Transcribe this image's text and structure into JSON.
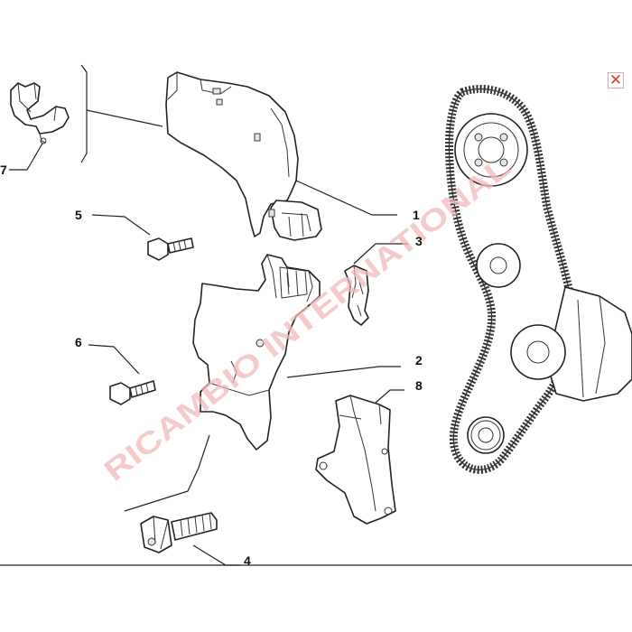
{
  "diagram": {
    "callouts": [
      {
        "id": "1",
        "label": "1"
      },
      {
        "id": "2",
        "label": "2"
      },
      {
        "id": "3",
        "label": "3"
      },
      {
        "id": "4",
        "label": "4"
      },
      {
        "id": "5",
        "label": "5"
      },
      {
        "id": "6",
        "label": "6"
      },
      {
        "id": "7",
        "label": "7"
      },
      {
        "id": "8",
        "label": "8"
      }
    ],
    "watermark": "RICAMBIO INTERNATIONAL",
    "close_glyph": "✕",
    "close_icon": "close-icon"
  },
  "colors": {
    "lines": "#222222",
    "watermark": "#f2b8b8",
    "close_icon": "#d0402a"
  }
}
